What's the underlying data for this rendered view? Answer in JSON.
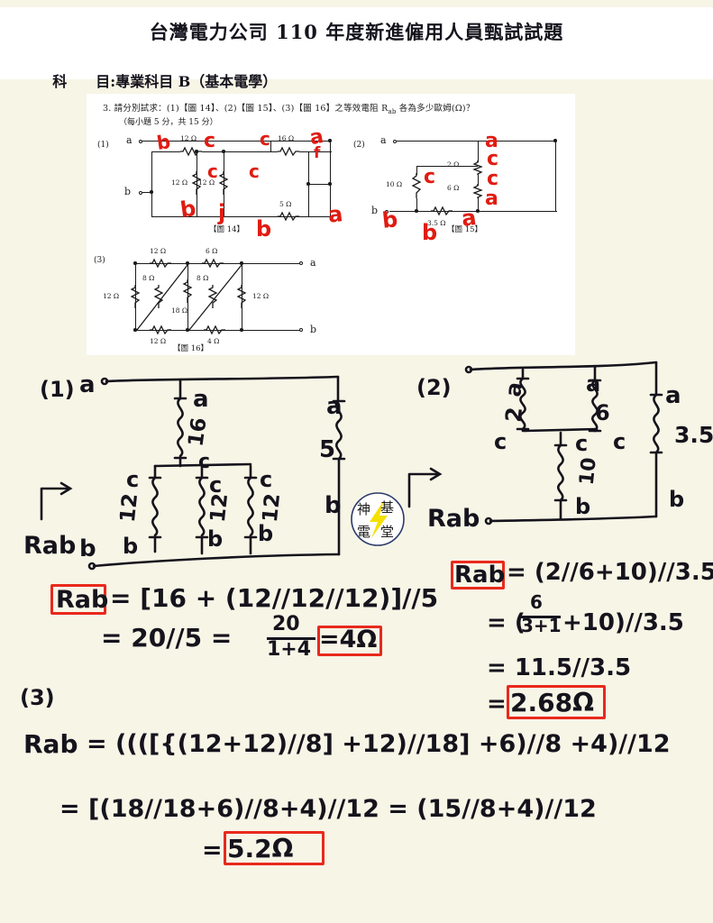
{
  "header": {
    "exam_title": "台灣電力公司 110 年度新進僱用人員甄試試題",
    "subject_label": "科　　目:",
    "subject_value": "專業科目 B（基本電學）"
  },
  "question": {
    "stem": "3. 請分別試求：(1)【圖 14】、(2)【圖 15】、(3)【圖 16】之等效電阻 R",
    "stem_sub": "ab",
    "stem_tail": " 各為多少歐姆(Ω)？",
    "points": "（每小題 5 分，共 15 分）",
    "fig14": {
      "number": "(1)",
      "caption": "【圖 14】",
      "terminal_a": "a",
      "terminal_b": "b",
      "resistors": [
        "12 Ω",
        "16 Ω",
        "12 Ω",
        "12 Ω",
        "5 Ω"
      ],
      "red_marks": [
        "b",
        "c",
        "c",
        "a",
        "c",
        "c",
        "f",
        "b",
        "j",
        "b",
        "a"
      ]
    },
    "fig15": {
      "number": "(2)",
      "caption": "【圖 15】",
      "terminal_a": "a",
      "terminal_b": "b",
      "resistors": [
        "2 Ω",
        "10 Ω",
        "6 Ω",
        "3.5 Ω"
      ],
      "red_marks": [
        "a",
        "c",
        "c",
        "a",
        "c",
        "b",
        "b",
        "a"
      ]
    },
    "fig16": {
      "number": "(3)",
      "caption": "【圖 16】",
      "terminal_a": "a",
      "terminal_b": "b",
      "resistors": [
        "12 Ω",
        "6 Ω",
        "12 Ω",
        "8 Ω",
        "8 Ω",
        "18 Ω",
        "12 Ω",
        "12 Ω",
        "4 Ω"
      ]
    }
  },
  "work": {
    "part1": {
      "number": "(1)",
      "terminal_a": "a",
      "terminal_b": "b",
      "label_rab": "Rab",
      "node_labels": [
        "a",
        "a",
        "c",
        "c",
        "c",
        "c",
        "b",
        "b",
        "b",
        "b"
      ],
      "values": [
        "16",
        "5",
        "12",
        "12",
        "12"
      ],
      "line1_boxed": "Rab",
      "line1": "= [16 + (12//12//12)]//5",
      "line2": "= 20//5 =",
      "fraction_num": "20",
      "fraction_den": "1+4",
      "answer": "=4Ω"
    },
    "part2": {
      "number": "(2)",
      "label_rab": "Rab",
      "node_labels": [
        "a",
        "a",
        "c",
        "c",
        "c",
        "a",
        "b",
        "b"
      ],
      "values": [
        "2",
        "6",
        "3.5",
        "10"
      ],
      "line1_boxed": "Rab",
      "line1": "= (2//6+10)//3.5",
      "line2_num": "6",
      "line2_den": "3+1",
      "line2_head": "= (",
      "line2_tail": "+10)//3.5",
      "line3": "= 11.5//3.5",
      "answer_prefix": "=",
      "answer": "2.68Ω"
    },
    "part3": {
      "number": "(3)",
      "label_rab": "Rab",
      "line1": "= ((([{(12+12)//8] +12)//18] +6)//8 +4)//12",
      "line2": "= [(18//18+6)//8+4)//12 = (15//8+4)//12",
      "answer_prefix": "=",
      "answer": "5.2Ω"
    }
  },
  "watermark": {
    "chars": [
      "神",
      "基",
      "電",
      "堂"
    ],
    "bolt_color": "#f5e000"
  }
}
